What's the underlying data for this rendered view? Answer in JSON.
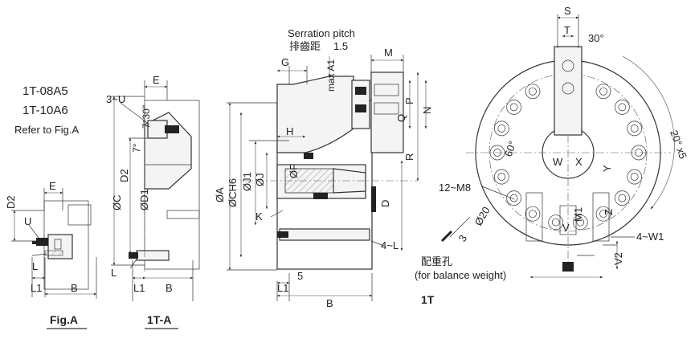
{
  "models": {
    "line1": "1T-08A5",
    "line2": "1T-10A6",
    "note": "Refer to Fig.A"
  },
  "serration": {
    "title": "Serration pitch",
    "cn": "排齒距",
    "value": "1.5"
  },
  "balance": {
    "cn": "配重孔",
    "en": "(for balance weight)"
  },
  "captions": {
    "fig_a": "Fig.A",
    "view_1t_a": "1T-A",
    "view_1t": "1T"
  },
  "angles": {
    "a30": "30°",
    "a20x5": "20° x5",
    "a60": "60°",
    "a7": "7°",
    "a7_30": "7°30\""
  },
  "labels": {
    "D2": "D2",
    "E": "E",
    "U": "U",
    "L": "L",
    "L1": "L1",
    "B": "B",
    "C": "ØC",
    "D1": "ØD1",
    "U3": "3~U",
    "G": "G",
    "A1": "max A1",
    "H": "H",
    "A": "ØA",
    "CH6": "ØCH6",
    "J1": "ØJ1",
    "J": "ØJ",
    "F": "ØF",
    "K": "K",
    "D": "D",
    "L4": "4~L",
    "five": "5",
    "M": "M",
    "P": "P",
    "Q": "Q",
    "N": "N",
    "R": "R",
    "S": "S",
    "T": "T",
    "W": "W",
    "X": "X",
    "Y": "Y",
    "M8": "12~M8",
    "M1": "M1",
    "Z": "Z",
    "d20": "Ø20",
    "three": "3",
    "V": "V",
    "W1": "4~W1",
    "V2": "V2"
  }
}
